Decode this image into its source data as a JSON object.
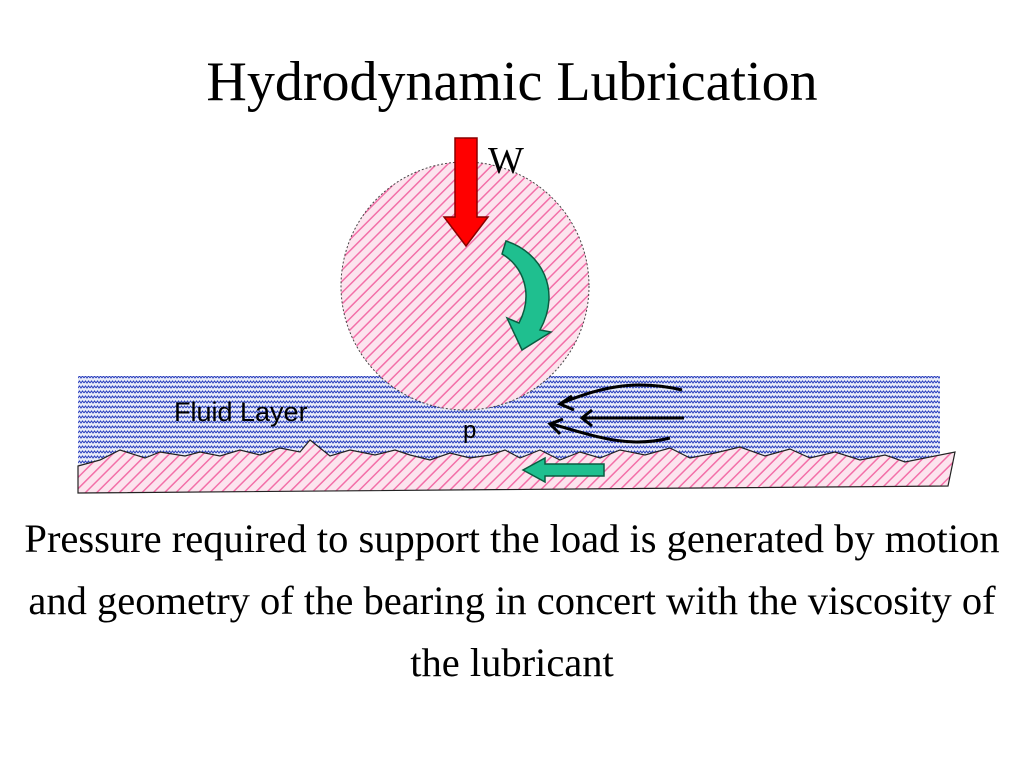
{
  "title": "Hydrodynamic Lubrication",
  "diagram": {
    "load_label": "W",
    "fluid_label": "Fluid Layer",
    "pressure_label": "p"
  },
  "caption": "Pressure required to support the load is generated by motion and geometry of the bearing in concert with the viscosity of the lubricant",
  "colors": {
    "load_arrow": "#ff0000",
    "motion_arrows": "#1fbf8f",
    "solid_hatch": "#f36fa8",
    "solid_fill": "#fce4ee",
    "fluid_hatch": "#2a3fbd",
    "fluid_fill": "#e7eaf8"
  }
}
